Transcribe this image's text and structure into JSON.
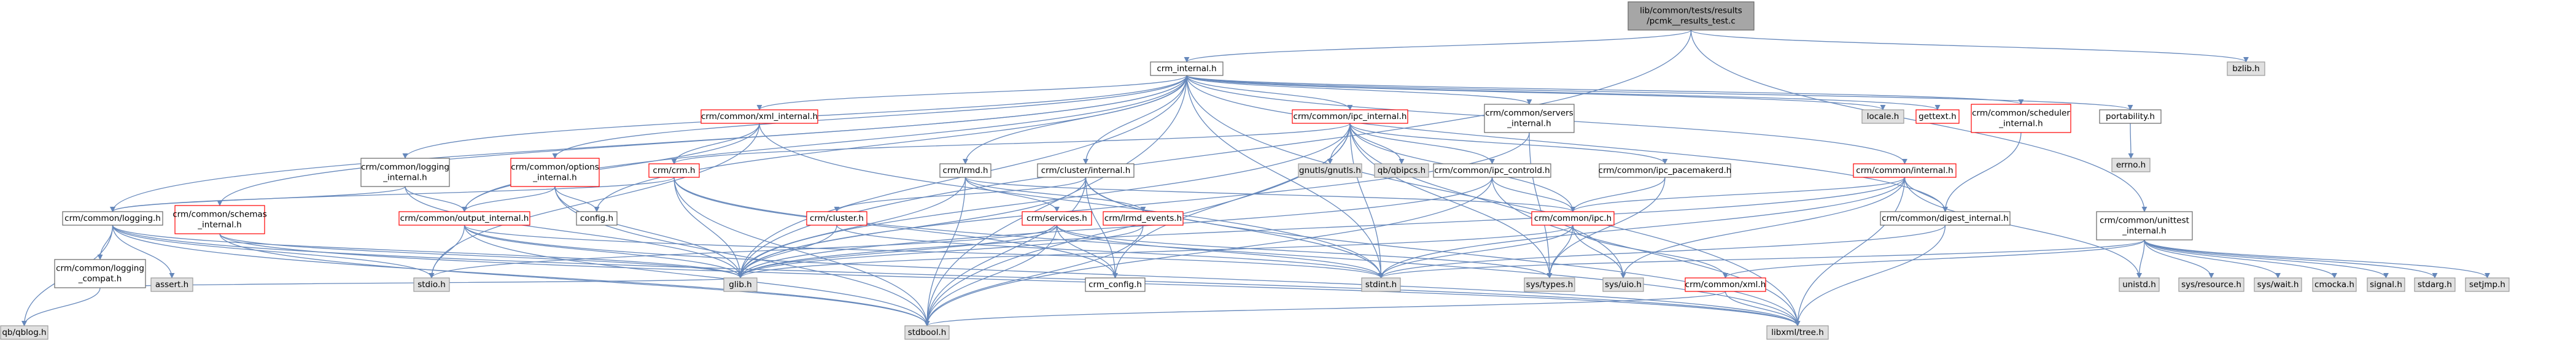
{
  "colors": {
    "root_fill": "#a6a6a6",
    "normal_fill": "#ffffff",
    "missing_fill": "#e0e0e0",
    "border_default": "#666666",
    "border_red": "#ff0000",
    "border_gray": "#999999",
    "edge": "#6688bb",
    "text": "#000000"
  },
  "nodes": [
    {
      "id": "root",
      "label": "lib/common/tests/results\n/pcmk__results_test.c",
      "kind": "root"
    },
    {
      "id": "crm_internal",
      "label": "crm_internal.h",
      "kind": "normal"
    },
    {
      "id": "bzlib",
      "label": "bzlib.h",
      "kind": "missing"
    },
    {
      "id": "unittest",
      "label": "crm/common/unittest\n_internal.h",
      "kind": "normal"
    },
    {
      "id": "xml_internal",
      "label": "crm/common/xml_internal.h",
      "kind": "red"
    },
    {
      "id": "ipc_internal",
      "label": "crm/common/ipc_internal.h",
      "kind": "red"
    },
    {
      "id": "servers",
      "label": "crm/common/servers\n_internal.h",
      "kind": "normal"
    },
    {
      "id": "locale",
      "label": "locale.h",
      "kind": "missing"
    },
    {
      "id": "gettext",
      "label": "gettext.h",
      "kind": "red"
    },
    {
      "id": "scheduler",
      "label": "crm/common/scheduler\n_internal.h",
      "kind": "red"
    },
    {
      "id": "portability",
      "label": "portability.h",
      "kind": "normal"
    },
    {
      "id": "errno",
      "label": "errno.h",
      "kind": "missing"
    },
    {
      "id": "logging_int",
      "label": "crm/common/logging\n_internal.h",
      "kind": "normal"
    },
    {
      "id": "options_int",
      "label": "crm/common/options\n_internal.h",
      "kind": "red"
    },
    {
      "id": "crm",
      "label": "crm/crm.h",
      "kind": "red"
    },
    {
      "id": "lrmd",
      "label": "crm/lrmd.h",
      "kind": "normal"
    },
    {
      "id": "cluster_int",
      "label": "crm/cluster/internal.h",
      "kind": "normal"
    },
    {
      "id": "gnutls",
      "label": "gnutls/gnutls.h",
      "kind": "missing"
    },
    {
      "id": "qbipcs",
      "label": "qb/qbipcs.h",
      "kind": "missing"
    },
    {
      "id": "ipc_controld",
      "label": "crm/common/ipc_controld.h",
      "kind": "normal"
    },
    {
      "id": "ipc_pacemakerd",
      "label": "crm/common/ipc_pacemakerd.h",
      "kind": "normal"
    },
    {
      "id": "common_internal",
      "label": "crm/common/internal.h",
      "kind": "red"
    },
    {
      "id": "config",
      "label": "config.h",
      "kind": "normal"
    },
    {
      "id": "logging",
      "label": "crm/common/logging.h",
      "kind": "normal"
    },
    {
      "id": "schemas",
      "label": "crm/common/schemas\n_internal.h",
      "kind": "red"
    },
    {
      "id": "output_int",
      "label": "crm/common/output_internal.h",
      "kind": "red"
    },
    {
      "id": "cluster",
      "label": "crm/cluster.h",
      "kind": "red"
    },
    {
      "id": "services",
      "label": "crm/services.h",
      "kind": "red"
    },
    {
      "id": "lrmd_events",
      "label": "crm/lrmd_events.h",
      "kind": "red"
    },
    {
      "id": "ipc",
      "label": "crm/common/ipc.h",
      "kind": "red"
    },
    {
      "id": "digest",
      "label": "crm/common/digest_internal.h",
      "kind": "normal"
    },
    {
      "id": "logging_compat",
      "label": "crm/common/logging\n_compat.h",
      "kind": "normal"
    },
    {
      "id": "assert",
      "label": "assert.h",
      "kind": "missing"
    },
    {
      "id": "stdio",
      "label": "stdio.h",
      "kind": "missing"
    },
    {
      "id": "glib",
      "label": "glib.h",
      "kind": "missing"
    },
    {
      "id": "crm_config",
      "label": "crm_config.h",
      "kind": "normal"
    },
    {
      "id": "stdint",
      "label": "stdint.h",
      "kind": "missing"
    },
    {
      "id": "systypes",
      "label": "sys/types.h",
      "kind": "missing"
    },
    {
      "id": "sysuio",
      "label": "sys/uio.h",
      "kind": "missing"
    },
    {
      "id": "crm_xml",
      "label": "crm/common/xml.h",
      "kind": "red"
    },
    {
      "id": "unistd",
      "label": "unistd.h",
      "kind": "missing"
    },
    {
      "id": "sysresource",
      "label": "sys/resource.h",
      "kind": "missing"
    },
    {
      "id": "syswait",
      "label": "sys/wait.h",
      "kind": "missing"
    },
    {
      "id": "cmocka",
      "label": "cmocka.h",
      "kind": "missing"
    },
    {
      "id": "signal",
      "label": "signal.h",
      "kind": "missing"
    },
    {
      "id": "stdarg",
      "label": "stdarg.h",
      "kind": "missing"
    },
    {
      "id": "setjmp",
      "label": "setjmp.h",
      "kind": "missing"
    },
    {
      "id": "qblog",
      "label": "qb/qblog.h",
      "kind": "missing"
    },
    {
      "id": "stdbool",
      "label": "stdbool.h",
      "kind": "missing"
    },
    {
      "id": "libxml",
      "label": "libxml/tree.h",
      "kind": "missing"
    }
  ],
  "edges": [
    [
      "root",
      "crm_internal"
    ],
    [
      "root",
      "bzlib"
    ],
    [
      "root",
      "unittest"
    ],
    [
      "root",
      "glib"
    ],
    [
      "crm_internal",
      "config"
    ],
    [
      "crm_internal",
      "glib"
    ],
    [
      "crm_internal",
      "stdbool"
    ],
    [
      "crm_internal",
      "libxml"
    ],
    [
      "crm_internal",
      "xml_internal"
    ],
    [
      "crm_internal",
      "ipc_internal"
    ],
    [
      "crm_internal",
      "servers"
    ],
    [
      "crm_internal",
      "locale"
    ],
    [
      "crm_internal",
      "gettext"
    ],
    [
      "crm_internal",
      "scheduler"
    ],
    [
      "crm_internal",
      "portability"
    ],
    [
      "crm_internal",
      "logging_int"
    ],
    [
      "crm_internal",
      "options_int"
    ],
    [
      "crm_internal",
      "logging"
    ],
    [
      "crm_internal",
      "schemas"
    ],
    [
      "crm_internal",
      "output_int"
    ],
    [
      "crm_internal",
      "lrmd"
    ],
    [
      "crm_internal",
      "cluster_int"
    ],
    [
      "crm_internal",
      "common_internal"
    ],
    [
      "crm_internal",
      "digest"
    ],
    [
      "crm_internal",
      "stdint"
    ],
    [
      "portability",
      "errno"
    ],
    [
      "xml_internal",
      "stdio"
    ],
    [
      "xml_internal",
      "crm"
    ],
    [
      "xml_internal",
      "output_int"
    ],
    [
      "xml_internal",
      "stdint"
    ],
    [
      "ipc_internal",
      "gnutls"
    ],
    [
      "ipc_internal",
      "qbipcs"
    ],
    [
      "ipc_internal",
      "ipc_controld"
    ],
    [
      "ipc_internal",
      "ipc_pacemakerd"
    ],
    [
      "ipc_internal",
      "crm"
    ],
    [
      "ipc_internal",
      "ipc"
    ],
    [
      "ipc_internal",
      "glib"
    ],
    [
      "ipc_internal",
      "stdbool"
    ],
    [
      "ipc_internal",
      "stdint"
    ],
    [
      "ipc_internal",
      "systypes"
    ],
    [
      "ipc_internal",
      "sysuio"
    ],
    [
      "ipc_internal",
      "crm_config"
    ],
    [
      "servers",
      "glib"
    ],
    [
      "servers",
      "systypes"
    ],
    [
      "scheduler",
      "digest"
    ],
    [
      "logging_int",
      "logging"
    ],
    [
      "logging_int",
      "output_int"
    ],
    [
      "logging_int",
      "glib"
    ],
    [
      "options_int",
      "glib"
    ],
    [
      "options_int",
      "stdbool"
    ],
    [
      "options_int",
      "output_int"
    ],
    [
      "options_int",
      "config"
    ],
    [
      "crm",
      "glib"
    ],
    [
      "crm",
      "stdbool"
    ],
    [
      "crm",
      "logging"
    ],
    [
      "crm",
      "crm_config"
    ],
    [
      "crm",
      "libxml"
    ],
    [
      "lrmd",
      "stdbool"
    ],
    [
      "lrmd",
      "glib"
    ],
    [
      "lrmd",
      "services"
    ],
    [
      "lrmd",
      "lrmd_events"
    ],
    [
      "lrmd",
      "ipc"
    ],
    [
      "cluster_int",
      "cluster"
    ],
    [
      "cluster_int",
      "glib"
    ],
    [
      "cluster_int",
      "stdint"
    ],
    [
      "cluster_int",
      "stdbool"
    ],
    [
      "cluster_int",
      "crm_config"
    ],
    [
      "cluster_int",
      "libxml"
    ],
    [
      "ipc_controld",
      "ipc"
    ],
    [
      "ipc_controld",
      "stdbool"
    ],
    [
      "ipc_controld",
      "glib"
    ],
    [
      "ipc_controld",
      "libxml"
    ],
    [
      "ipc_pacemakerd",
      "ipc"
    ],
    [
      "ipc_pacemakerd",
      "systypes"
    ],
    [
      "common_internal",
      "ipc"
    ],
    [
      "common_internal",
      "digest"
    ],
    [
      "common_internal",
      "unistd"
    ],
    [
      "common_internal",
      "glib"
    ],
    [
      "common_internal",
      "libxml"
    ],
    [
      "common_internal",
      "sysuio"
    ],
    [
      "common_internal",
      "stdint"
    ],
    [
      "logging",
      "glib"
    ],
    [
      "logging",
      "stdio"
    ],
    [
      "logging",
      "stdbool"
    ],
    [
      "logging",
      "qblog"
    ],
    [
      "logging",
      "logging_compat"
    ],
    [
      "logging",
      "assert"
    ],
    [
      "logging",
      "libxml"
    ],
    [
      "schemas",
      "glib"
    ],
    [
      "schemas",
      "libxml"
    ],
    [
      "schemas",
      "stdbool"
    ],
    [
      "output_int",
      "stdio"
    ],
    [
      "output_int",
      "glib"
    ],
    [
      "output_int",
      "stdbool"
    ],
    [
      "output_int",
      "libxml"
    ],
    [
      "output_int",
      "stdint"
    ],
    [
      "cluster",
      "glib"
    ],
    [
      "cluster",
      "stdint"
    ],
    [
      "services",
      "glib"
    ],
    [
      "services",
      "stdio"
    ],
    [
      "services",
      "stdint"
    ],
    [
      "services",
      "crm_config"
    ],
    [
      "services",
      "stdbool"
    ],
    [
      "services",
      "systypes"
    ],
    [
      "lrmd_events",
      "glib"
    ],
    [
      "lrmd_events",
      "stdbool"
    ],
    [
      "ipc",
      "systypes"
    ],
    [
      "ipc",
      "sysuio"
    ],
    [
      "ipc",
      "stdint"
    ],
    [
      "ipc",
      "crm_xml"
    ],
    [
      "ipc",
      "glib"
    ],
    [
      "digest",
      "libxml"
    ],
    [
      "digest",
      "stdint"
    ],
    [
      "logging_compat",
      "glib"
    ],
    [
      "logging_compat",
      "qblog"
    ],
    [
      "crm_xml",
      "stdbool"
    ],
    [
      "crm_xml",
      "libxml"
    ],
    [
      "unittest",
      "unistd"
    ],
    [
      "unittest",
      "sysresource"
    ],
    [
      "unittest",
      "syswait"
    ],
    [
      "unittest",
      "cmocka"
    ],
    [
      "unittest",
      "signal"
    ],
    [
      "unittest",
      "stdarg"
    ],
    [
      "unittest",
      "setjmp"
    ],
    [
      "unittest",
      "stdint"
    ],
    [
      "unittest",
      "crm_xml"
    ],
    [
      "unittest",
      "stddef_glib_placeholder"
    ]
  ]
}
